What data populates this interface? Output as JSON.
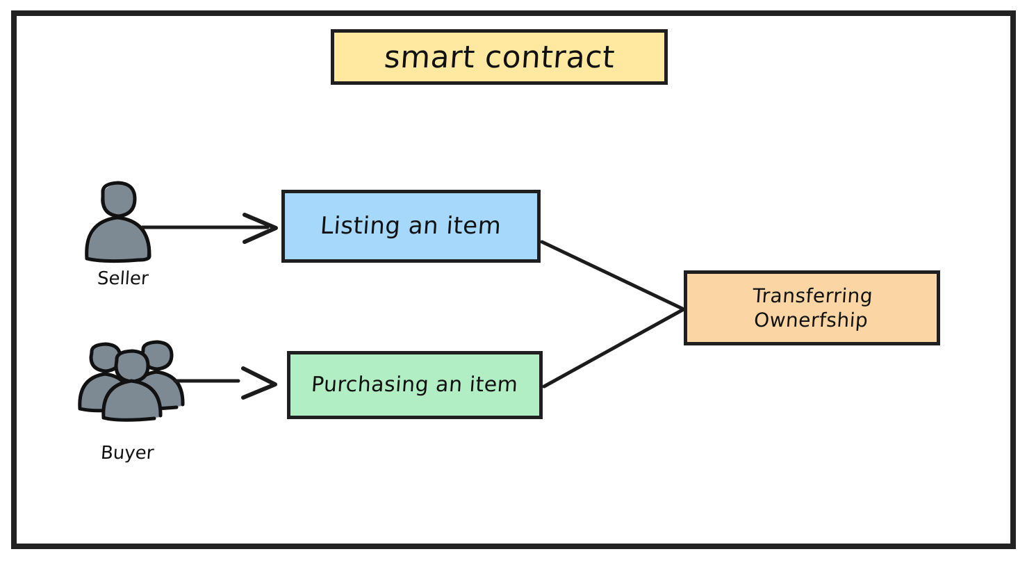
{
  "diagram": {
    "title": "smart contract",
    "frame_color": "#222222",
    "nodes": [
      {
        "id": "title",
        "label": "smart contract",
        "color": "#ffe9a0"
      },
      {
        "id": "listing",
        "label": "Listing an item",
        "color": "#a5d8fb"
      },
      {
        "id": "purchasing",
        "label": "Purchasing an item",
        "color": "#b2eec4"
      },
      {
        "id": "transfer",
        "line1": "Transferring",
        "line2": "Ownerfship",
        "label": "Transferring Ownerfship",
        "color": "#fbd6a4"
      }
    ],
    "actors": [
      {
        "id": "seller",
        "label": "Seller",
        "icon": "single-person-icon",
        "color": "#7e8a93"
      },
      {
        "id": "buyer",
        "label": "Buyer",
        "icon": "group-of-people-icon",
        "color": "#7e8a93"
      }
    ],
    "connections": [
      {
        "from": "seller",
        "to": "listing",
        "style": "arrow"
      },
      {
        "from": "buyer",
        "to": "purchasing",
        "style": "arrow"
      },
      {
        "from": "listing",
        "to": "transfer",
        "style": "line"
      },
      {
        "from": "purchasing",
        "to": "transfer",
        "style": "line"
      }
    ]
  }
}
